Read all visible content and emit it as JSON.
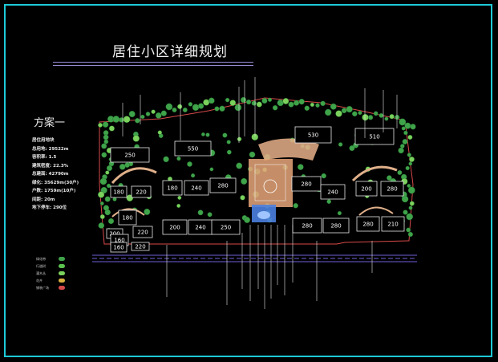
{
  "title": "居住小区详细规划",
  "scheme_label": "方案一",
  "info": {
    "header": "居住用地块",
    "lines": [
      "总用地: 29522m",
      "容积率: 1.5",
      "建筑密度: 22.3%",
      "总建面: 42790m",
      "绿化: 35629m(30户)",
      "户数: 1759m(10户)",
      "间距: 20m",
      "地下停车: 290位"
    ]
  },
  "legend": [
    {
      "label": "绿化带",
      "color": "#3fa34a"
    },
    {
      "label": "行道树",
      "color": "#5cc24f"
    },
    {
      "label": "灌木丛",
      "color": "#7bd15c"
    },
    {
      "label": "花卉",
      "color": "#d9b23f"
    },
    {
      "label": "铺装广场",
      "color": "#d84a4a"
    }
  ],
  "buildings": [
    {
      "label": "250"
    },
    {
      "label": "180"
    },
    {
      "label": "200"
    },
    {
      "label": "550"
    },
    {
      "label": "530"
    },
    {
      "label": "510"
    },
    {
      "label": "180"
    },
    {
      "label": "220"
    },
    {
      "label": "180"
    },
    {
      "label": "240"
    },
    {
      "label": "280"
    },
    {
      "label": "280"
    },
    {
      "label": "240"
    },
    {
      "label": "200"
    },
    {
      "label": "280"
    },
    {
      "label": "160"
    },
    {
      "label": "220"
    },
    {
      "label": "200"
    },
    {
      "label": "240"
    },
    {
      "label": "250"
    },
    {
      "label": "280"
    },
    {
      "label": "280"
    },
    {
      "label": "280"
    },
    {
      "label": "210"
    },
    {
      "label": "160"
    },
    {
      "label": "220"
    }
  ],
  "colors": {
    "background": "#000000",
    "frame": "#1ec9d6",
    "tree_green": "#3fa34a",
    "building_outline": "#e8e8e8",
    "plaza": "#e8b08a",
    "water": "#4a7fe0",
    "site_boundary": "#d84a4a",
    "road": "#6b5fd6"
  }
}
